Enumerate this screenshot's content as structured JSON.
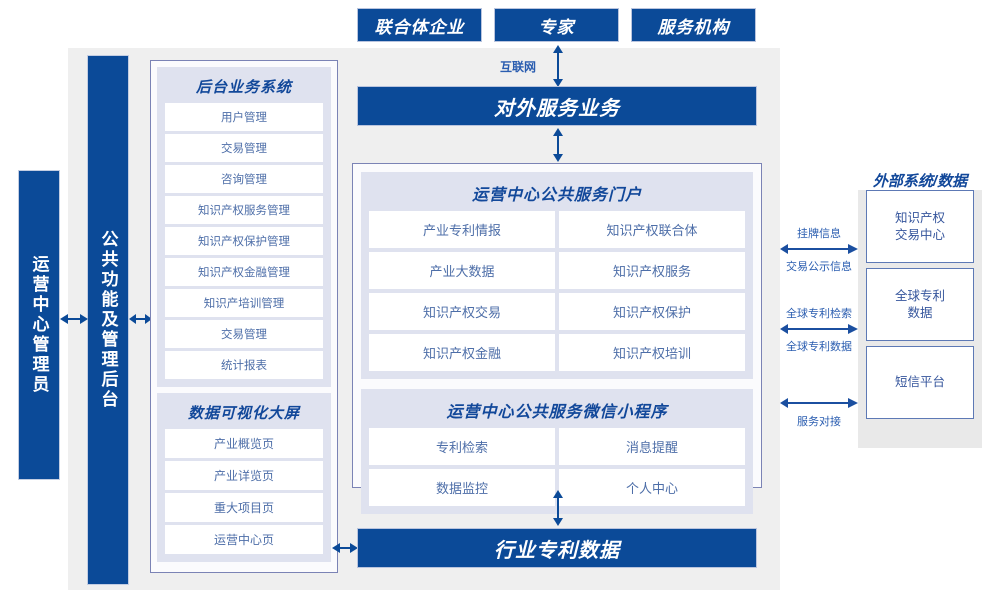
{
  "colors": {
    "brand_blue": "#0b4a98",
    "title_blue": "#12489a",
    "item_text": "#4d6ea8",
    "stage_bg": "#efefef",
    "group_bg": "#dfe2ef",
    "panel_border": "#7b83b5",
    "external_bg": "#e9e9e9"
  },
  "top_actors": [
    {
      "label": "联合体企业"
    },
    {
      "label": "专家"
    },
    {
      "label": "服务机构"
    }
  ],
  "connectors": {
    "internet": "互联网",
    "ext_trade_top": "挂牌信息",
    "ext_trade_bottom": "交易公示信息",
    "ext_patent_top": "全球专利检索",
    "ext_patent_bottom": "全球专利数据",
    "ext_sms_bottom": "服务对接"
  },
  "left_bars": {
    "admin": "运营中心管理员",
    "common_backend": "公共功能及管理后台"
  },
  "backend_panel": {
    "business_system": {
      "title": "后台业务系统",
      "items": [
        "用户管理",
        "交易管理",
        "咨询管理",
        "知识产权服务管理",
        "知识产权保护管理",
        "知识产权金融管理",
        "知识产培训管理",
        "交易管理",
        "统计报表"
      ]
    },
    "visualization": {
      "title": "数据可视化大屏",
      "items": [
        "产业概览页",
        "产业详览页",
        "重大项目页",
        "运营中心页"
      ]
    }
  },
  "center": {
    "service_bar": "对外服务业务",
    "portal": {
      "title": "运营中心公共服务门户",
      "items": [
        "产业专利情报",
        "知识产权联合体",
        "产业大数据",
        "知识产权服务",
        "知识产权交易",
        "知识产权保护",
        "知识产权金融",
        "知识产权培训"
      ]
    },
    "miniprogram": {
      "title": "运营中心公共服务微信小程序",
      "items": [
        "专利检索",
        "消息提醒",
        "数据监控",
        "个人中心"
      ]
    },
    "data_bar": "行业专利数据"
  },
  "external": {
    "title": "外部系统/数据",
    "items": [
      "知识产权\n交易中心",
      "全球专利\n数据",
      "短信平台"
    ]
  }
}
